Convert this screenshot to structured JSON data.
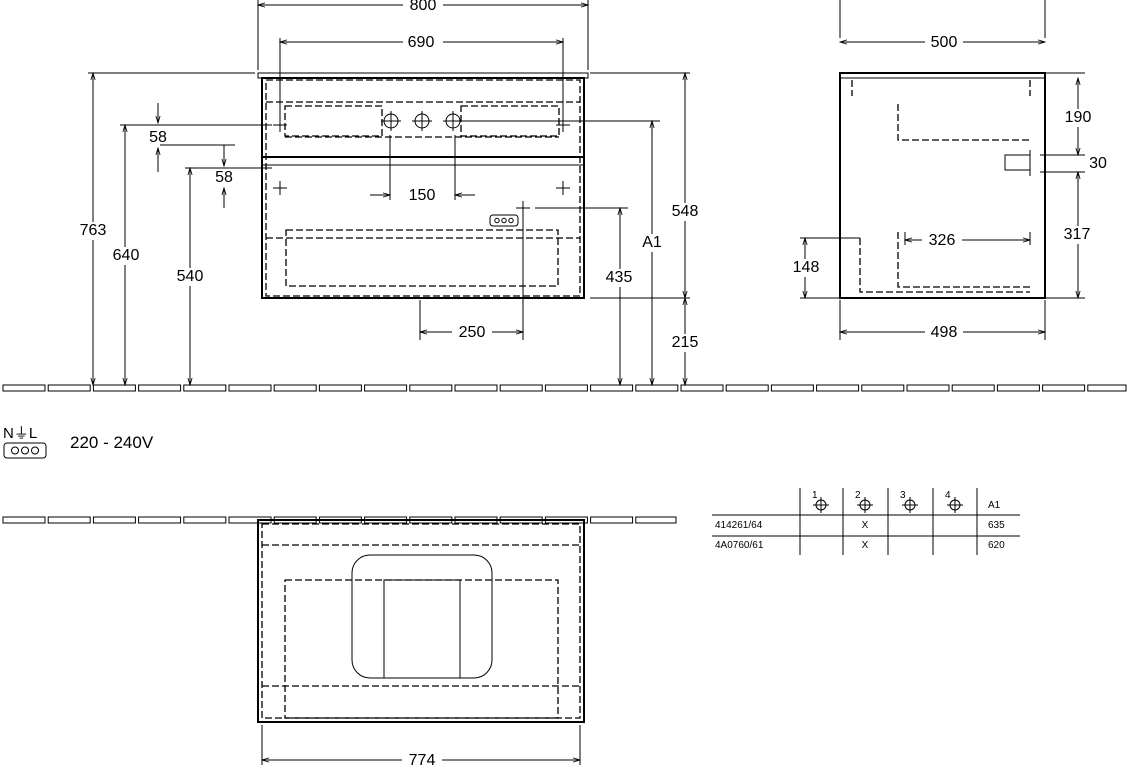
{
  "front_view": {
    "width_total": "800",
    "width_inner": "690",
    "height_total": "763",
    "height_640": "640",
    "height_540": "540",
    "offset_upper": "58",
    "offset_lower": "58",
    "tap_spacing": "150",
    "socket_offset": "250",
    "socket_height": "435",
    "a1_label": "A1",
    "cabinet_height": "548",
    "floor_clearance": "215"
  },
  "side_view": {
    "depth_top": "500",
    "depth_bottom": "498",
    "upper_gap": "190",
    "pipe": "30",
    "lower_gap": "317",
    "inner_depth": "326",
    "siphon_height": "148"
  },
  "top_view": {
    "width": "774"
  },
  "power": {
    "symbol": "N⏚L",
    "voltage": "220 - 240V"
  },
  "table": {
    "headers": [
      "1",
      "2",
      "3",
      "4",
      "A1"
    ],
    "rows": [
      {
        "code": "414261/64",
        "c1": "",
        "c2": "X",
        "c3": "",
        "c4": "",
        "a1": "635"
      },
      {
        "code": "4A0760/61",
        "c1": "",
        "c2": "X",
        "c3": "",
        "c4": "",
        "a1": "620"
      }
    ]
  }
}
